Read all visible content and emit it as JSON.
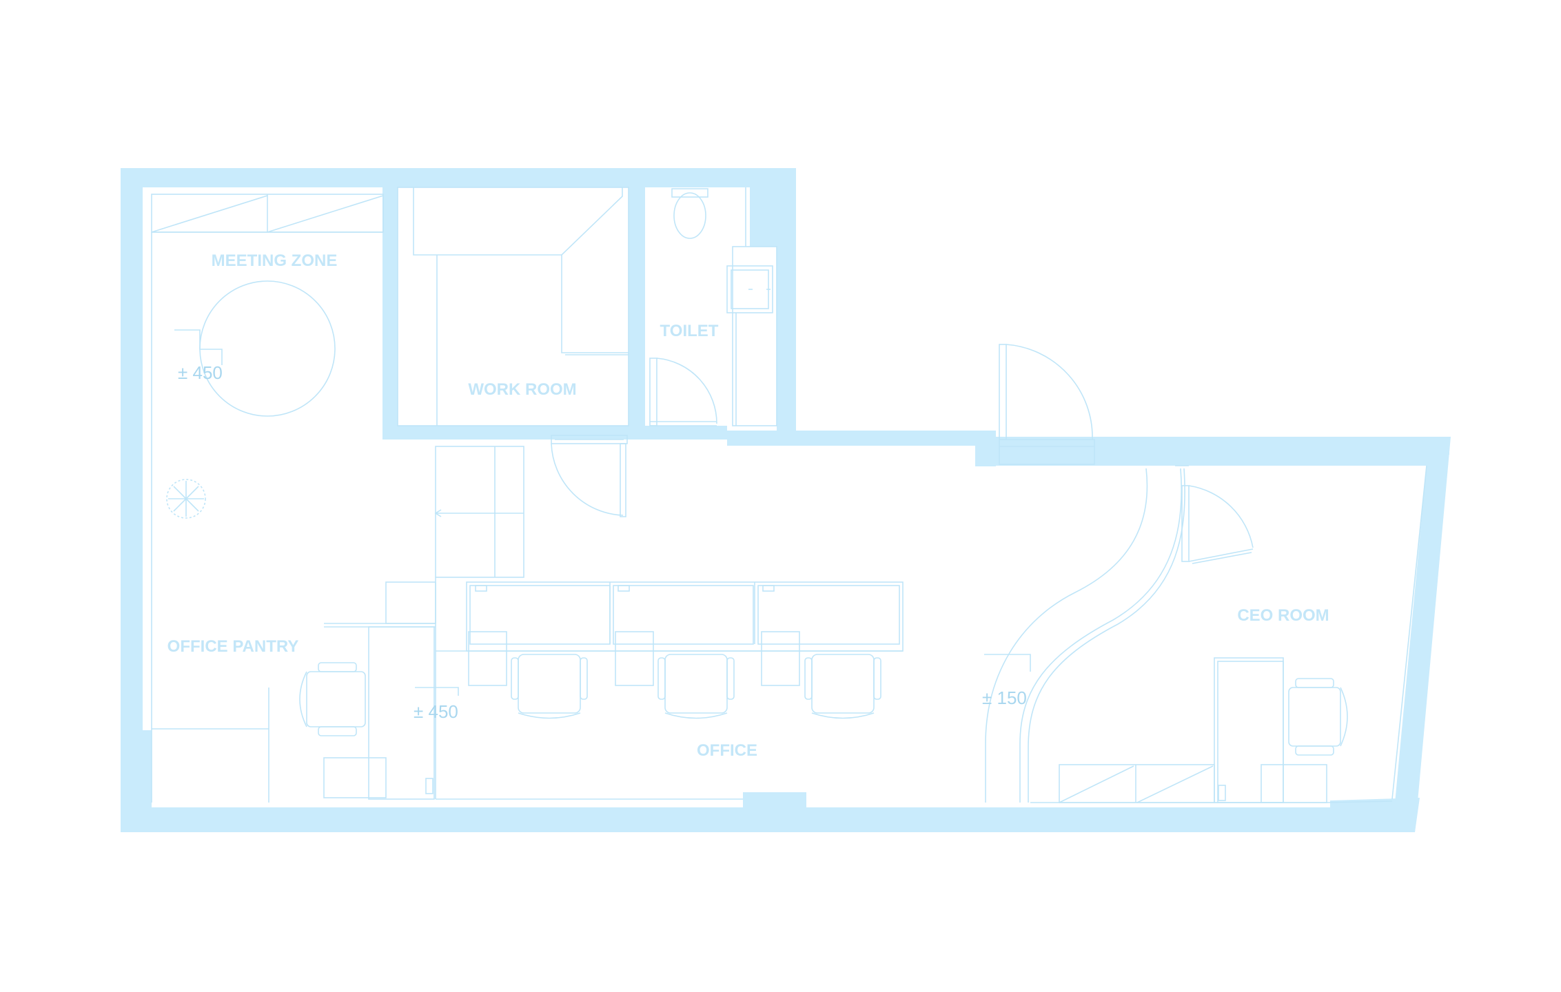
{
  "colors": {
    "wall": "#c9ebfc",
    "line": "#bfe5f8",
    "label": "#c3e6f8",
    "dim": "#a9d7ef",
    "background": "#ffffff"
  },
  "rooms": {
    "meeting_zone": "MEETING ZONE",
    "work_room": "WORK ROOM",
    "toilet": "TOILET",
    "office_pantry": "OFFICE PANTRY",
    "office": "OFFICE",
    "ceo_room": "CEO ROOM"
  },
  "levels": {
    "meeting": "± 450",
    "office": "± 450",
    "ceo": "± 150"
  },
  "icons": [
    "plant-icon",
    "toilet-icon",
    "sink-icon",
    "door-swing-icon",
    "chair-icon",
    "table-icon"
  ]
}
